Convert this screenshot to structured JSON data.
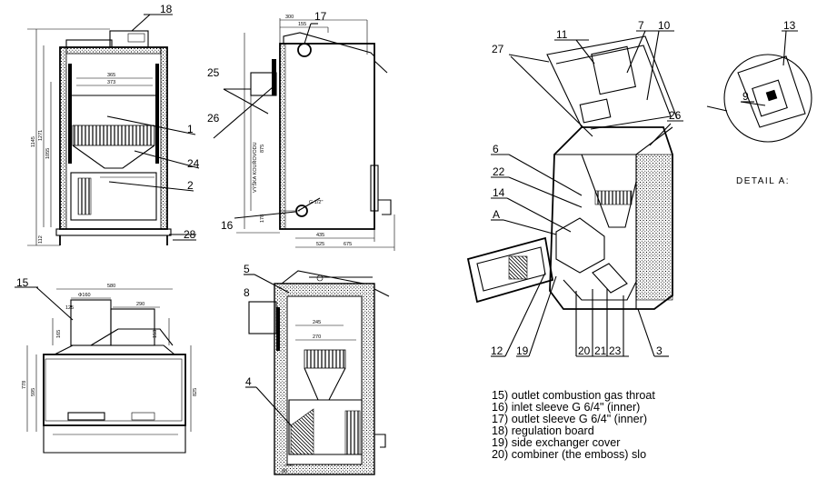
{
  "callouts": [
    "18",
    "17",
    "25",
    "26",
    "1",
    "24",
    "2",
    "28",
    "16",
    "15",
    "5",
    "8",
    "4",
    "27",
    "11",
    "7",
    "10",
    "13",
    "9",
    "6",
    "22",
    "14",
    "A",
    "26",
    "12",
    "19",
    "20",
    "21",
    "23",
    "3"
  ],
  "dims": [
    "300",
    "155",
    "365",
    "373",
    "1145",
    "1271",
    "1055",
    "112",
    "875",
    "178",
    "435",
    "525",
    "675",
    "580",
    "Φ160",
    "125",
    "290",
    "165",
    "153",
    "778",
    "595",
    "825",
    "245",
    "270",
    "80"
  ],
  "detail_label": "DETAIL A:",
  "axis_label": "VÝŠKA KOUŘOVODU",
  "pipe_label": "G 1/2\"",
  "legend": [
    "15) outlet combustion gas throat",
    "16) inlet sleeve G 6/4\" (inner)",
    "17) outlet sleeve G 6/4\" (inner)",
    "18) regulation board",
    "19) side exchanger cover",
    "20) combiner (the emboss) slo"
  ]
}
